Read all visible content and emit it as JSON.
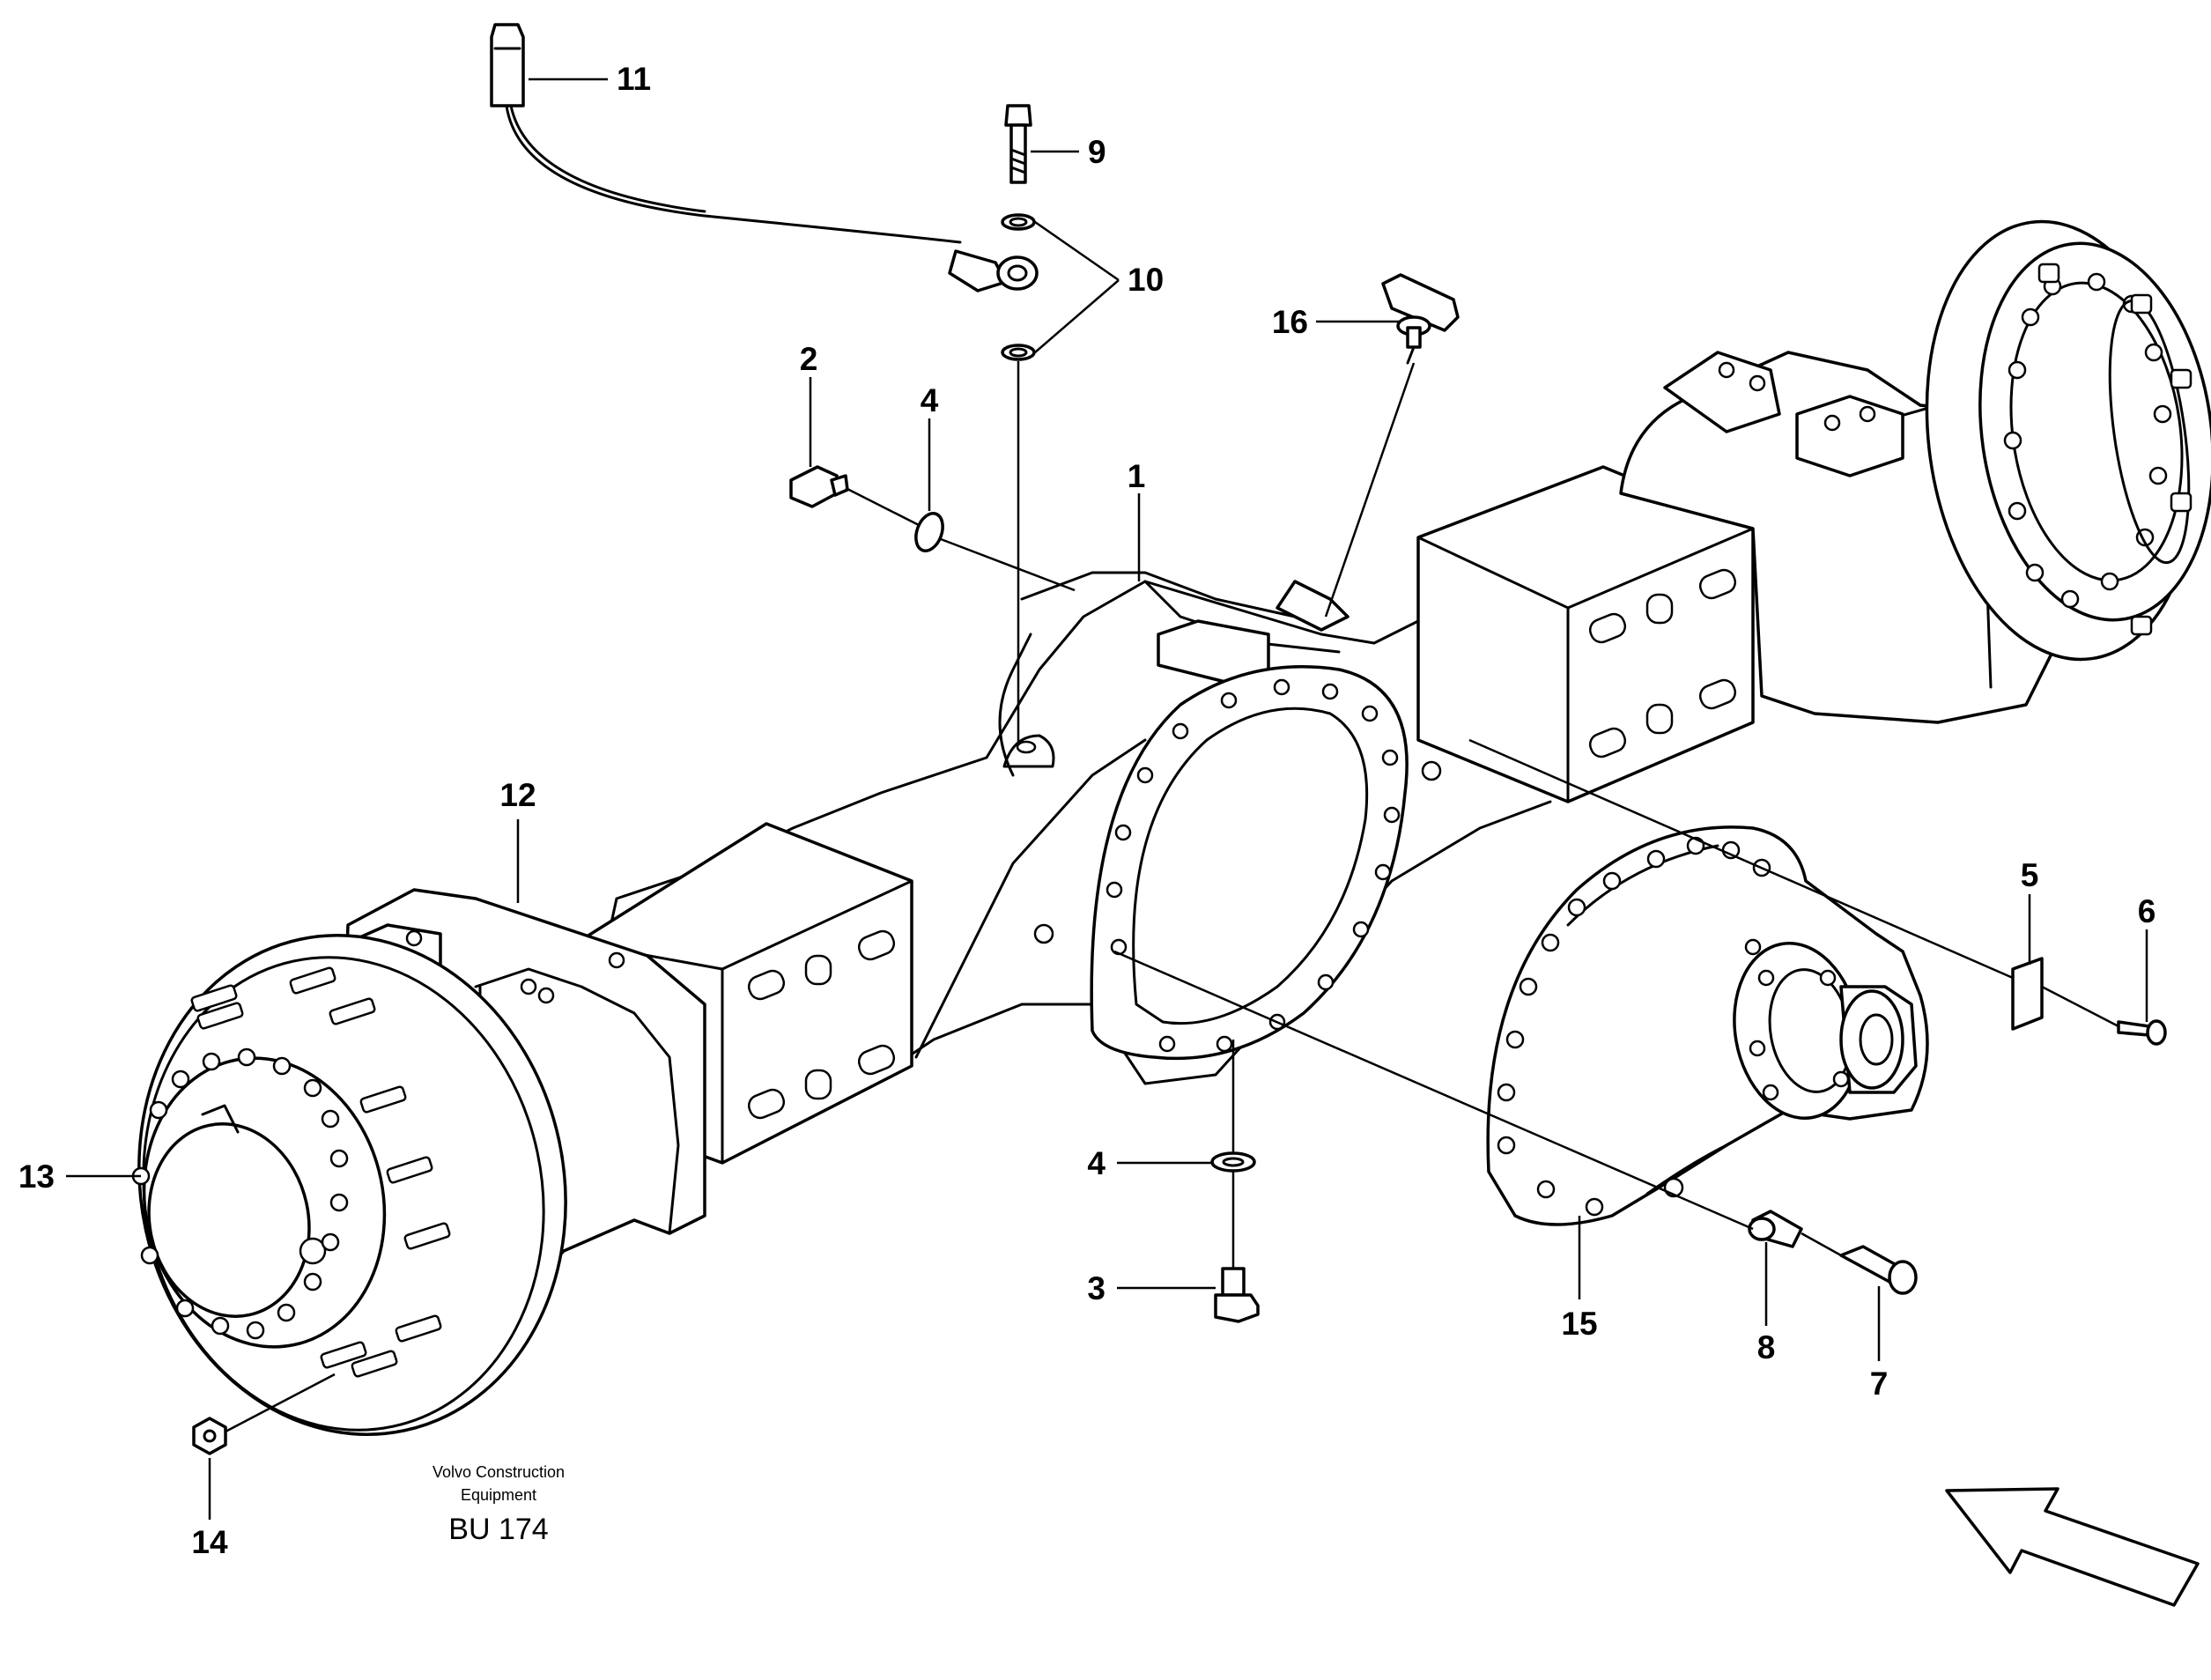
{
  "callouts": {
    "c1": "1",
    "c2": "2",
    "c3": "3",
    "c4a": "4",
    "c4b": "4",
    "c5": "5",
    "c6": "6",
    "c7": "7",
    "c8": "8",
    "c9": "9",
    "c10": "10",
    "c11": "11",
    "c12": "12",
    "c13": "13",
    "c14": "14",
    "c15": "15",
    "c16": "16"
  },
  "footer": {
    "maker_line1": "Volvo Construction",
    "maker_line2": "Equipment",
    "drawing_code": "BU 174"
  },
  "icons": {
    "direction": "direction-arrow-icon"
  }
}
